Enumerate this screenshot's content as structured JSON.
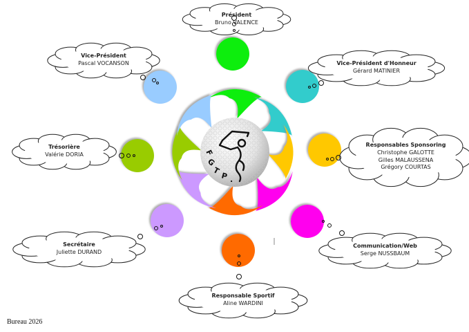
{
  "logo": {
    "text": "FGTP.",
    "icon": "golf-ball-golfer-icon"
  },
  "members": [
    {
      "key": "president",
      "role": "Président",
      "names": [
        "Bruno VALENCE"
      ],
      "color": "#11ee11"
    },
    {
      "key": "vice-president-honneur",
      "role": "Vice-Président d'Honneur",
      "names": [
        "Gérard MATINIER"
      ],
      "color": "#33cccc"
    },
    {
      "key": "sponsoring",
      "role": "Responsables Sponsoring",
      "names": [
        "Christophe GALOTTE",
        "Gilles MALAUSSENA",
        "Grégory COURTAS"
      ],
      "color": "#ffc800"
    },
    {
      "key": "communication",
      "role": "Communication/Web",
      "names": [
        "Serge NUSSBAUM"
      ],
      "color": "#ff00ee"
    },
    {
      "key": "sportif",
      "role": "Responsable Sportif",
      "names": [
        "Aline WARDINI"
      ],
      "color": "#ff6a00"
    },
    {
      "key": "secretaire",
      "role": "Secrétaire",
      "names": [
        "Juliette DURAND"
      ],
      "color": "#cc99ff"
    },
    {
      "key": "tresoriere",
      "role": "Trésorière",
      "names": [
        "Valérie DORIA"
      ],
      "color": "#99cc00"
    },
    {
      "key": "vice-president",
      "role": "Vice-Président",
      "names": [
        "Pascal VOCANSON"
      ],
      "color": "#99ccff"
    }
  ],
  "footer": {
    "label": "Bureau 2026"
  }
}
